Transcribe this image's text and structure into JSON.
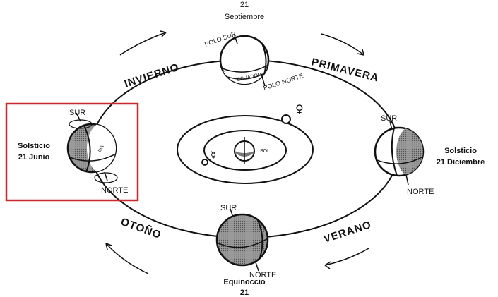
{
  "top_date": {
    "day": "21",
    "month": "Septiembre"
  },
  "bottom_date": {
    "name": "Equinoccio",
    "day": "21"
  },
  "seasons": {
    "winter": "INVIERNO",
    "spring": "PRIMAVERA",
    "summer": "VERANO",
    "autumn": "OTOÑO"
  },
  "left_solstice": {
    "line1": "Solsticio",
    "line2": "21 Junio",
    "south": "SUR",
    "north": "NORTE",
    "day": "DIA"
  },
  "right_solstice": {
    "line1": "Solsticio",
    "line2": "21 Diciembre",
    "south": "SUR",
    "north": "NORTE"
  },
  "top_globe": {
    "south_pole": "POLO SUR",
    "equator": "ECUADOR",
    "north_pole": "POLO NORTE"
  },
  "bottom_globe": {
    "south": "SUR",
    "north": "NORTE"
  },
  "center": {
    "sun": "SOL",
    "venus_symbol": "♀",
    "mercury_symbol": "☿"
  },
  "highlight_color": "#c8282e"
}
